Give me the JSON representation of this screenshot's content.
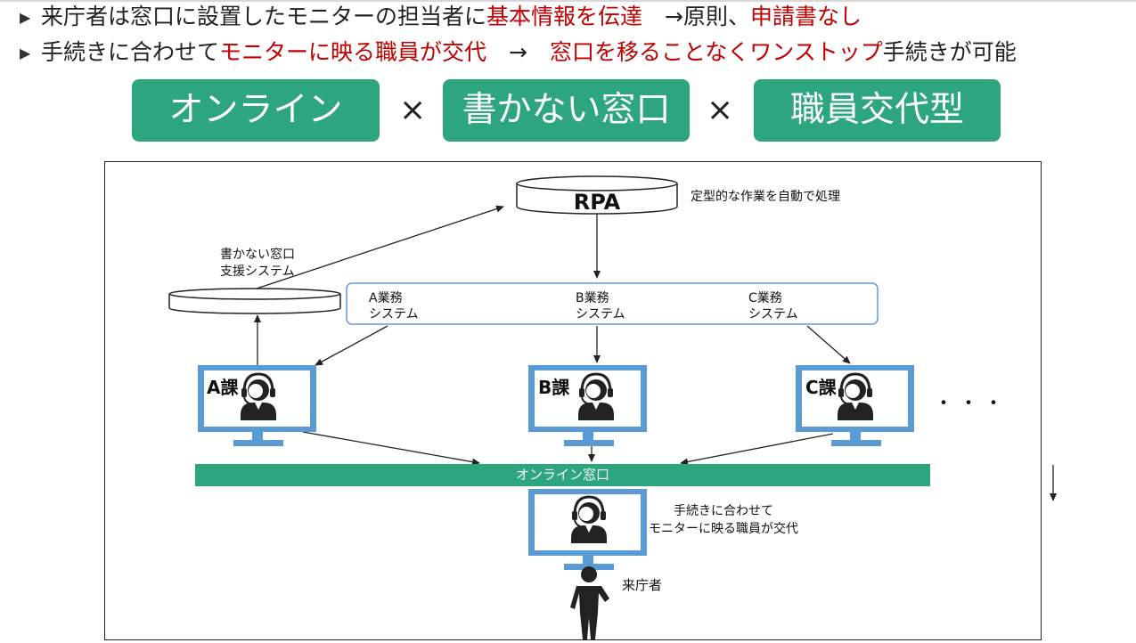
{
  "header": {
    "line1": {
      "marker": "▶",
      "part1": "来庁者は窓口に設置したモニターの担当者に",
      "part2_red": "基本情報を伝達",
      "part3": "　→原則、",
      "part4_red": "申請書なし"
    },
    "line2": {
      "marker": "▶",
      "part1": "手続きに合わせて",
      "part2_red": "モニターに映る職員が交代",
      "part3": "　→　",
      "part4_red": "窓口を移ることなくワンストップ",
      "part5": "手続きが可能"
    }
  },
  "concepts": {
    "online": "オンライン",
    "times1": "×",
    "no_writing": "書かない窓口",
    "times2": "×",
    "staff_change": "職員交代型"
  },
  "diagram": {
    "rpa": "RPA",
    "rpa_note": "定型的な作業を自動で処理",
    "support_system_line1": "書かない窓口",
    "support_system_line2": "支援システム",
    "systems": [
      {
        "line1": "A業務",
        "line2": "システム"
      },
      {
        "line1": "B業務",
        "line2": "システム"
      },
      {
        "line1": "C業務",
        "line2": "システム"
      }
    ],
    "sections": [
      "A課",
      "B課",
      "C課"
    ],
    "ellipsis": "・・・",
    "online_window": "オンライン窓口",
    "visitor_monitor_note_line1": "手続きに合わせて",
    "visitor_monitor_note_line2": "モニターに映る職員が交代",
    "visitor": "来庁者"
  },
  "colors": {
    "accent_green": "#2da57f",
    "emphasis_red": "#c00000",
    "monitor_blue": "#5b9bd5"
  }
}
